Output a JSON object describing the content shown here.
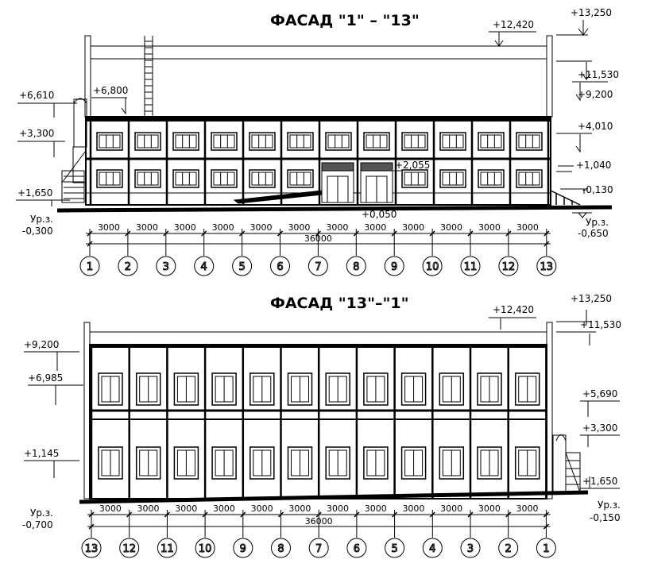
{
  "facade_top": {
    "title": "ФАСАД \"1\" – \"13\"",
    "levels": {
      "a": "+13,250",
      "b": "+12,420",
      "c": "+11,530",
      "d": "+9,200",
      "e": "+6,610",
      "f": "+6,800",
      "g": "+4,010",
      "h": "+3,300",
      "i": "+1,040",
      "j": "+2,055",
      "k": "+1,650",
      "l": "-0,130",
      "m": "+0,050",
      "n": "-0,650"
    },
    "ground_label": "Ур.з.",
    "ground_value": "-0,300",
    "bay_dims": [
      "3000",
      "3000",
      "3000",
      "3000",
      "3000",
      "3000",
      "3000",
      "3000",
      "3000",
      "3000",
      "3000",
      "3000"
    ],
    "total_dim": "36000",
    "axes": [
      "1",
      "2",
      "3",
      "4",
      "5",
      "6",
      "7",
      "8",
      "9",
      "10",
      "11",
      "12",
      "13"
    ]
  },
  "facade_bottom": {
    "title": "ФАСАД \"13\"–\"1\"",
    "levels": {
      "a": "+13,250",
      "b": "+12,420",
      "c": "+11,530",
      "d": "+9,200",
      "e": "+6,985",
      "f": "+5,690",
      "g": "+3,300",
      "h": "+1,145",
      "i": "+1,650"
    },
    "ground_left_label": "Ур.з.",
    "ground_left_value": "-0,700",
    "ground_right_label": "Ур.з.",
    "ground_right_value": "-0,150",
    "bay_dims": [
      "3000",
      "3000",
      "3000",
      "3000",
      "3000",
      "3000",
      "3000",
      "3000",
      "3000",
      "3000",
      "3000",
      "3000"
    ],
    "total_dim": "36000",
    "axes": [
      "13",
      "12",
      "11",
      "10",
      "9",
      "8",
      "7",
      "6",
      "5",
      "4",
      "3",
      "2",
      "1"
    ]
  }
}
